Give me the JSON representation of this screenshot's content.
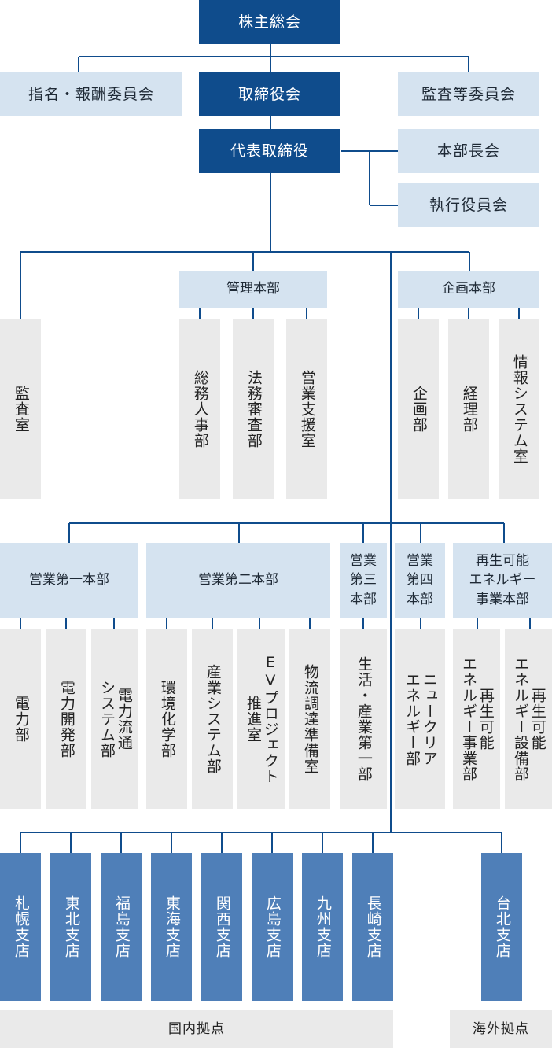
{
  "shareholders": "株主総会",
  "nomination_committee": "指名・報酬委員会",
  "board": "取締役会",
  "audit_committee": "監査等委員会",
  "president": "代表取締役",
  "gm_meeting": "本部長会",
  "exec_officers": "執行役員会",
  "audit_office": "監査室",
  "admin_hq": {
    "name": "管理本部",
    "depts": [
      "総務人事部",
      "法務審査部",
      "営業支援室"
    ]
  },
  "planning_hq": {
    "name": "企画本部",
    "depts": [
      "企画部",
      "経理部",
      "情報システム室"
    ]
  },
  "sales1": {
    "name": "営業第一本部",
    "depts": [
      "電力部",
      "電力開発部",
      "電力流通\nシステム部"
    ]
  },
  "sales2": {
    "name": "営業第二本部",
    "depts": [
      "環境化学部",
      "産業システム部",
      "EVプロジェクト\n推進室",
      "物流調達準備室"
    ]
  },
  "sales3": {
    "name": "営業\n第三\n本部",
    "depts": [
      "生活・産業第一部"
    ]
  },
  "sales4": {
    "name": "営業\n第四\n本部",
    "depts": [
      "ニュークリア\nエネルギー部"
    ]
  },
  "renewable": {
    "name": "再生可能\nエネルギー\n事業本部",
    "depts": [
      "再生可能\nエネルギー事業部",
      "再生可能\nエネルギー設備部"
    ]
  },
  "domestic_branches": [
    "札幌支店",
    "東北支店",
    "福島支店",
    "東海支店",
    "関西支店",
    "広島支店",
    "九州支店",
    "長崎支店"
  ],
  "overseas_branches": [
    "台北支店"
  ],
  "domestic_label": "国内拠点",
  "overseas_label": "海外拠点"
}
